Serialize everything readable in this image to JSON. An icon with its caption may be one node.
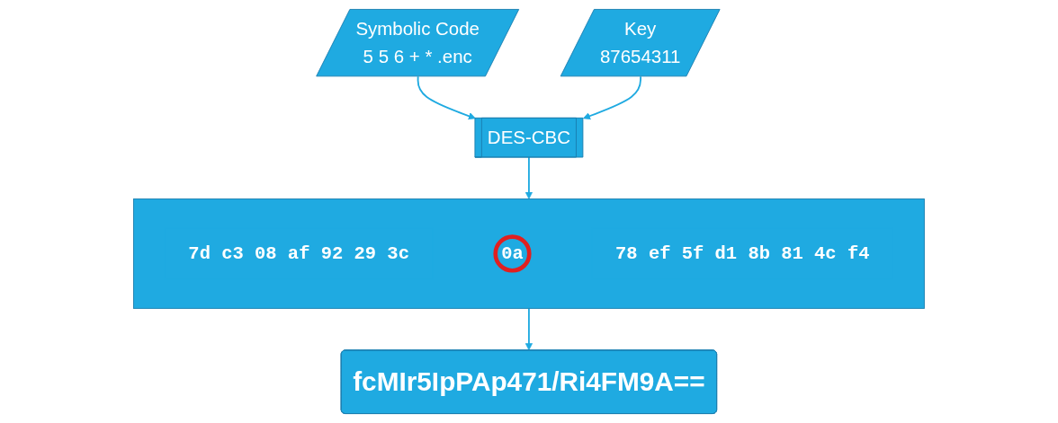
{
  "diagram": {
    "nodes": [
      {
        "text": [
          "Symbolic Code",
          "5 5 6 + * .enc"
        ]
      },
      {
        "text": [
          "DES-CBC"
        ]
      },
      {
        "text": [
          "Key",
          "87654311"
        ]
      },
      {
        "text": [],
        "shape": "bar"
      },
      {
        "text": [
          "7d c3 08 af 92 29 3c"
        ],
        "in": 3
      },
      {
        "text": [
          "0a"
        ],
        "in": 3
      },
      {
        "text": [
          "78 ef 5f d1 8b 81 4c f4"
        ],
        "in": 3
      },
      {
        "text": [
          "fcMIr5IpPAp471/Ri4FM9A=="
        ]
      }
    ],
    "edges": [
      {
        "from": 0,
        "to": 1,
        "arrow": "to"
      },
      {
        "from": 2,
        "to": 1,
        "arrow": "to"
      },
      {
        "from": 1,
        "to": 3,
        "arrow": "to"
      },
      {
        "from": 3,
        "to": 7,
        "arrow": "to"
      }
    ]
  }
}
